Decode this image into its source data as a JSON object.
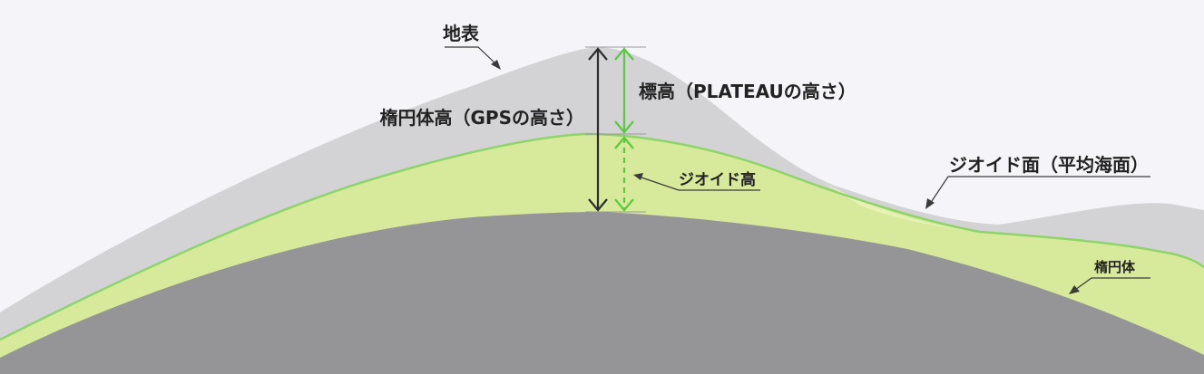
{
  "labels": {
    "surface": "地表",
    "orthometric_height": "標高（PLATEAUの高さ）",
    "ellipsoidal_height": "楕円体高（GPSの高さ）",
    "geoid_height": "ジオイド高",
    "geoid_surface": "ジオイド面（平均海面）",
    "ellipsoid": "楕円体"
  },
  "colors": {
    "background": "#f5f5f9",
    "terrain": "#d3d3d6",
    "geoid_fill": "#d7e99a",
    "geoid_line": "#8fd46a",
    "ellipsoid_fill": "#959597",
    "arrow_dark": "#2d2d2d",
    "arrow_green": "#59c93f",
    "leader": "#3a3a3a"
  }
}
